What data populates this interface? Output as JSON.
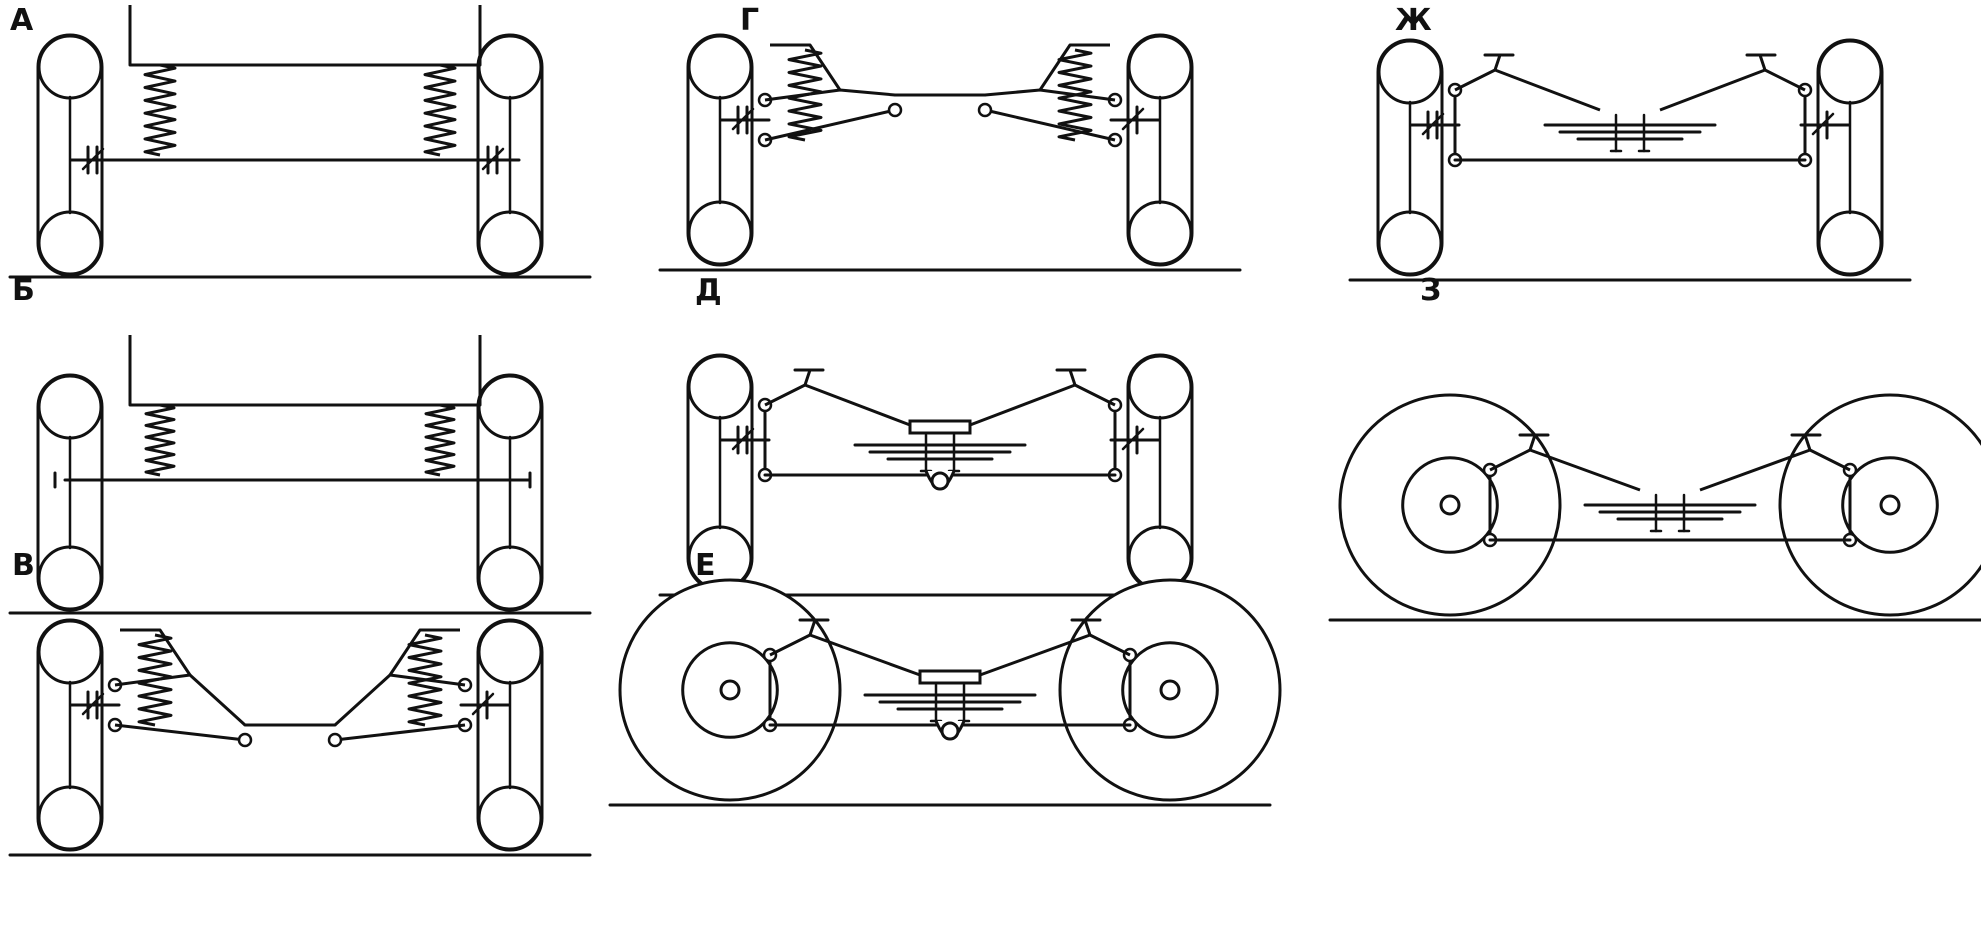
{
  "colors": {
    "ink": "#111111",
    "paper": "#ffffff"
  },
  "panels": [
    {
      "id": "A",
      "label": "А",
      "variant": "rigid-coil"
    },
    {
      "id": "B",
      "label": "Б",
      "variant": "rigid-axle"
    },
    {
      "id": "V",
      "label": "В",
      "variant": "double-wishbone-coil"
    },
    {
      "id": "G",
      "label": "Г",
      "variant": "double-wishbone-coil-center"
    },
    {
      "id": "D",
      "label": "Д",
      "variant": "double-wishbone-leaf-drive"
    },
    {
      "id": "E",
      "label": "Е",
      "variant": "double-wishbone-leaf-drive-large-wheels"
    },
    {
      "id": "ZH",
      "label": "Ж",
      "variant": "double-wishbone-leaf"
    },
    {
      "id": "Z",
      "label": "З",
      "variant": "double-wishbone-leaf-large-wheels"
    }
  ]
}
